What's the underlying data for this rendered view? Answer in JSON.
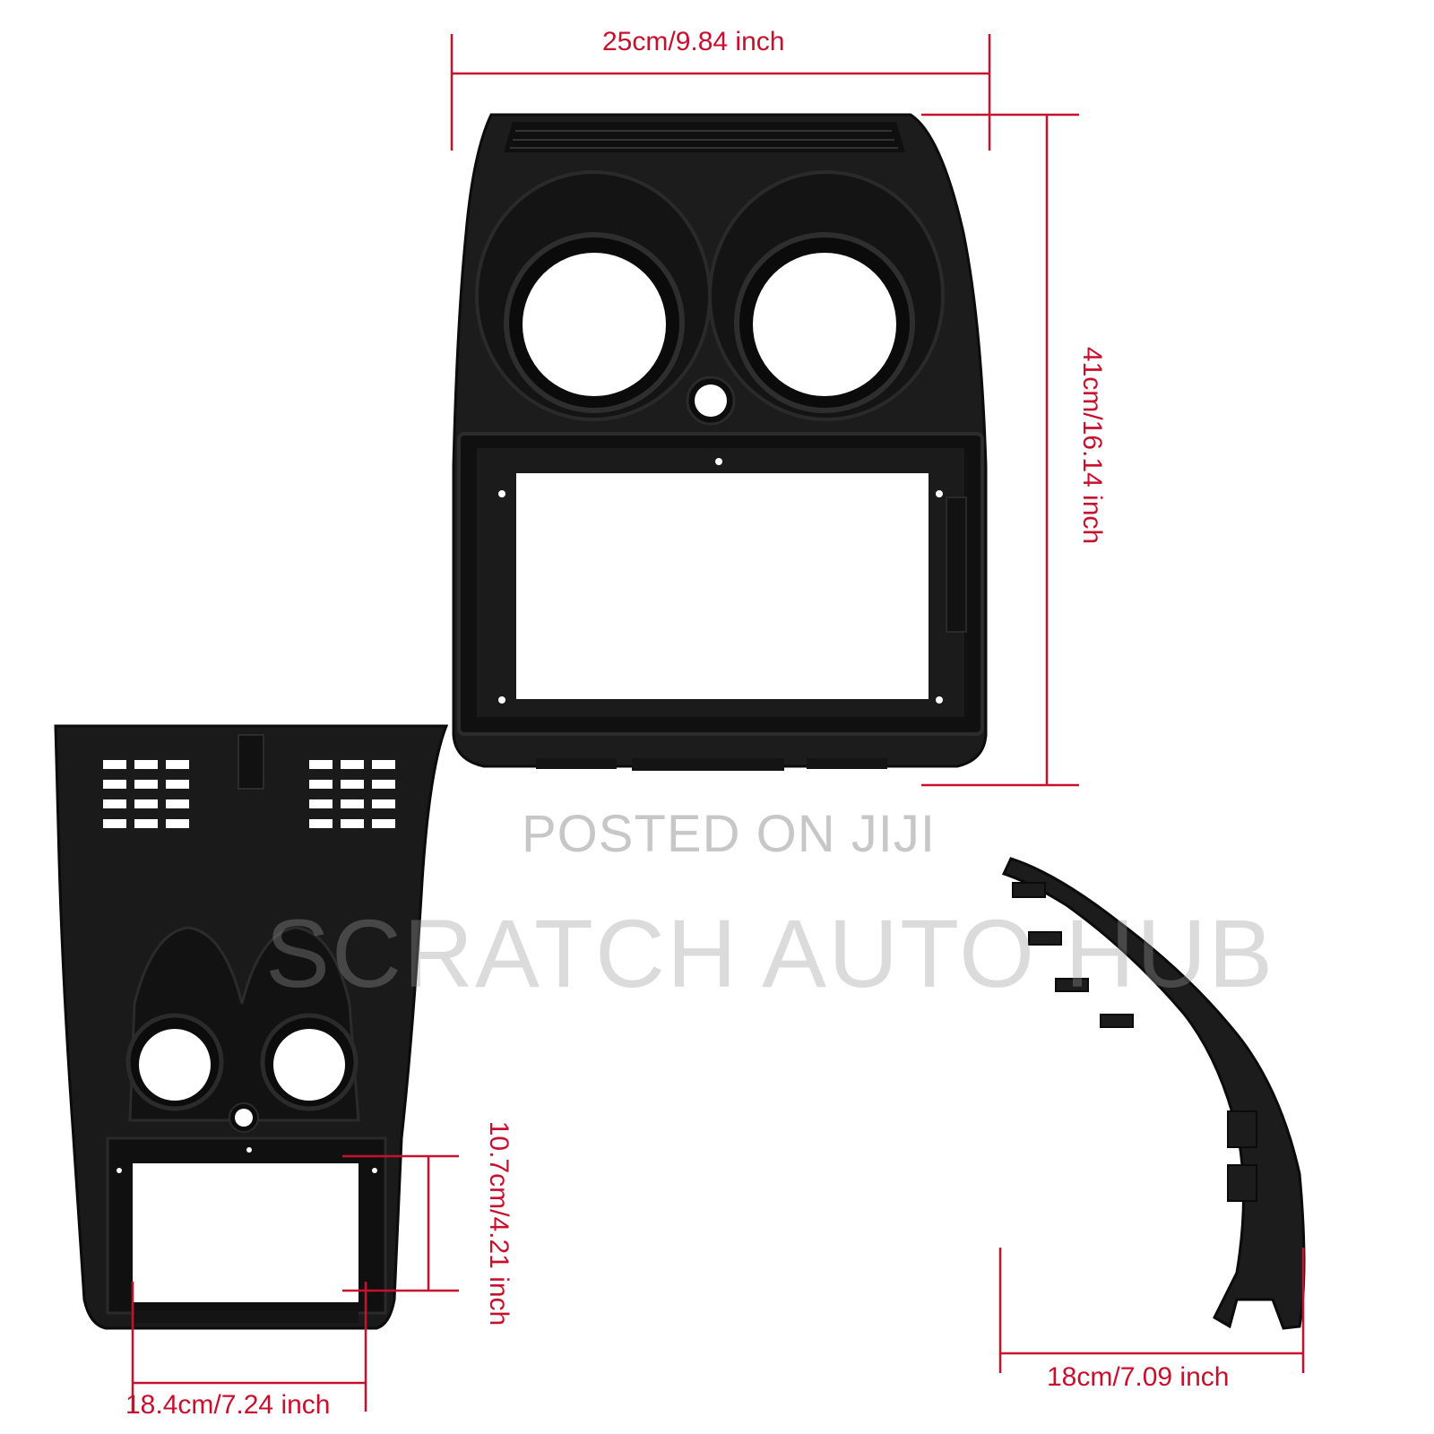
{
  "watermarks": {
    "posted": "POSTED ON JIJI",
    "brand": "SCRATCH AUTO HUB"
  },
  "dimensions": {
    "main_width": "25cm/9.84 inch",
    "main_height": "41cm/16.14 inch",
    "screen_height": "10.7cm/4.21 inch",
    "screen_width": "18.4cm/7.24 inch",
    "side_depth": "18cm/7.09 inch"
  },
  "colors": {
    "dimension_lines": "#c8102e",
    "panel": "#1a1a1a",
    "background": "#ffffff"
  },
  "views": [
    "front-view",
    "rear-view",
    "side-profile"
  ]
}
